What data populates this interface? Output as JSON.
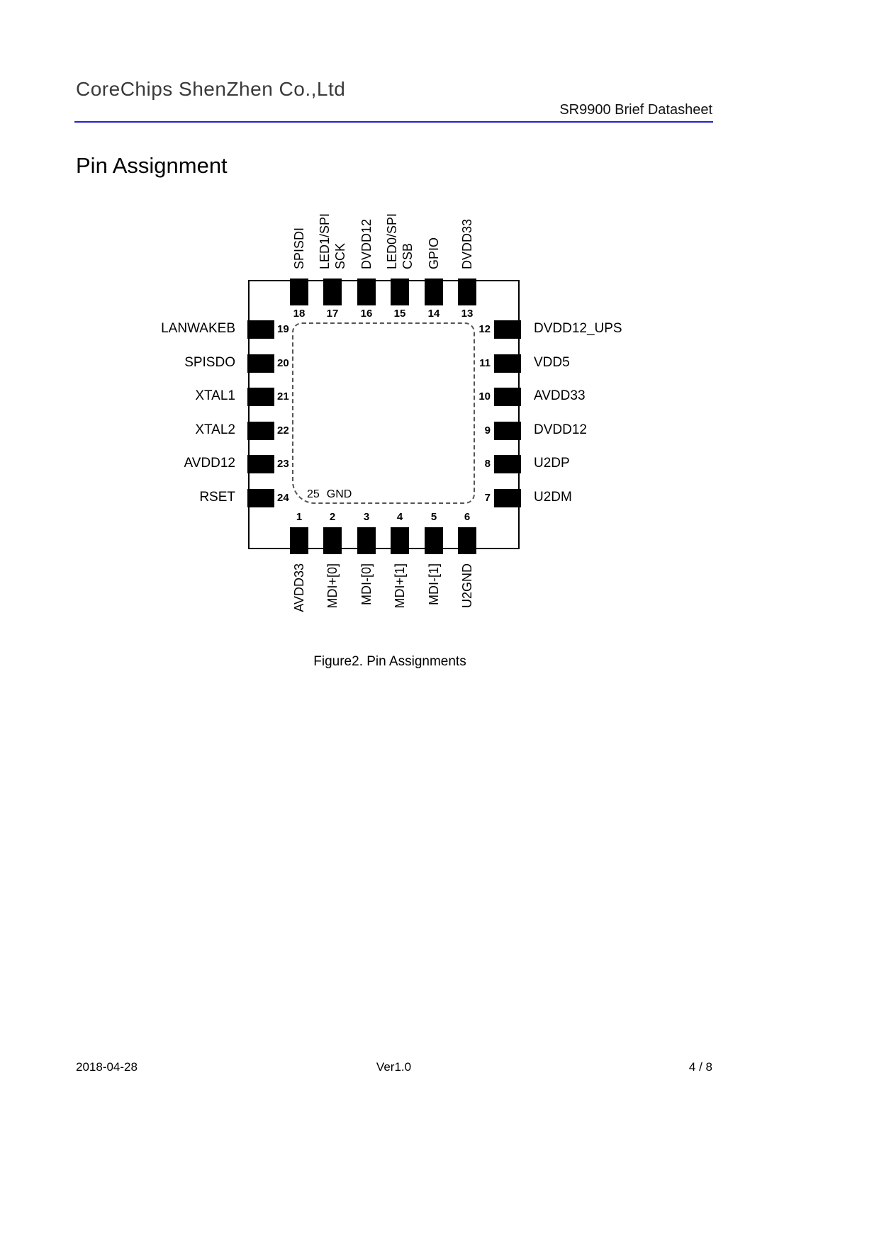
{
  "header": {
    "company": "CoreChips ShenZhen Co.,Ltd",
    "doc_title": "SR9900 Brief Datasheet",
    "rule_color": "#2222CC"
  },
  "section_title": "Pin Assignment",
  "figure": {
    "caption": "Figure2. Pin Assignments",
    "chip": {
      "pad_color": "#000000",
      "center_pad": {
        "number": "25",
        "label": "GND"
      },
      "top_pins": [
        {
          "number": "18",
          "label_lines": [
            "SPISDI"
          ]
        },
        {
          "number": "17",
          "label_lines": [
            "LED1/SPI",
            "SCK"
          ]
        },
        {
          "number": "16",
          "label_lines": [
            "DVDD12"
          ]
        },
        {
          "number": "15",
          "label_lines": [
            "LED0/SPI",
            "CSB"
          ]
        },
        {
          "number": "14",
          "label_lines": [
            "GPIO"
          ]
        },
        {
          "number": "13",
          "label_lines": [
            "DVDD33"
          ]
        }
      ],
      "bottom_pins": [
        {
          "number": "1",
          "label_lines": [
            "AVDD33"
          ]
        },
        {
          "number": "2",
          "label_lines": [
            "MDI+[0]"
          ]
        },
        {
          "number": "3",
          "label_lines": [
            "MDI-[0]"
          ]
        },
        {
          "number": "4",
          "label_lines": [
            "MDI+[1]"
          ]
        },
        {
          "number": "5",
          "label_lines": [
            "MDI-[1]"
          ]
        },
        {
          "number": "6",
          "label_lines": [
            "U2GND"
          ]
        }
      ],
      "left_pins": [
        {
          "number": "19",
          "label": "LANWAKEB"
        },
        {
          "number": "20",
          "label": "SPISDO"
        },
        {
          "number": "21",
          "label": "XTAL1"
        },
        {
          "number": "22",
          "label": "XTAL2"
        },
        {
          "number": "23",
          "label": "AVDD12"
        },
        {
          "number": "24",
          "label": "RSET"
        }
      ],
      "right_pins": [
        {
          "number": "12",
          "label": "DVDD12_UPS"
        },
        {
          "number": "11",
          "label": "VDD5"
        },
        {
          "number": "10",
          "label": "AVDD33"
        },
        {
          "number": "9",
          "label": "DVDD12"
        },
        {
          "number": "8",
          "label": "U2DP"
        },
        {
          "number": "7",
          "label": "U2DM"
        }
      ]
    }
  },
  "footer": {
    "date": "2018-04-28",
    "version": "Ver1.0",
    "page_number": "4 / 8"
  }
}
